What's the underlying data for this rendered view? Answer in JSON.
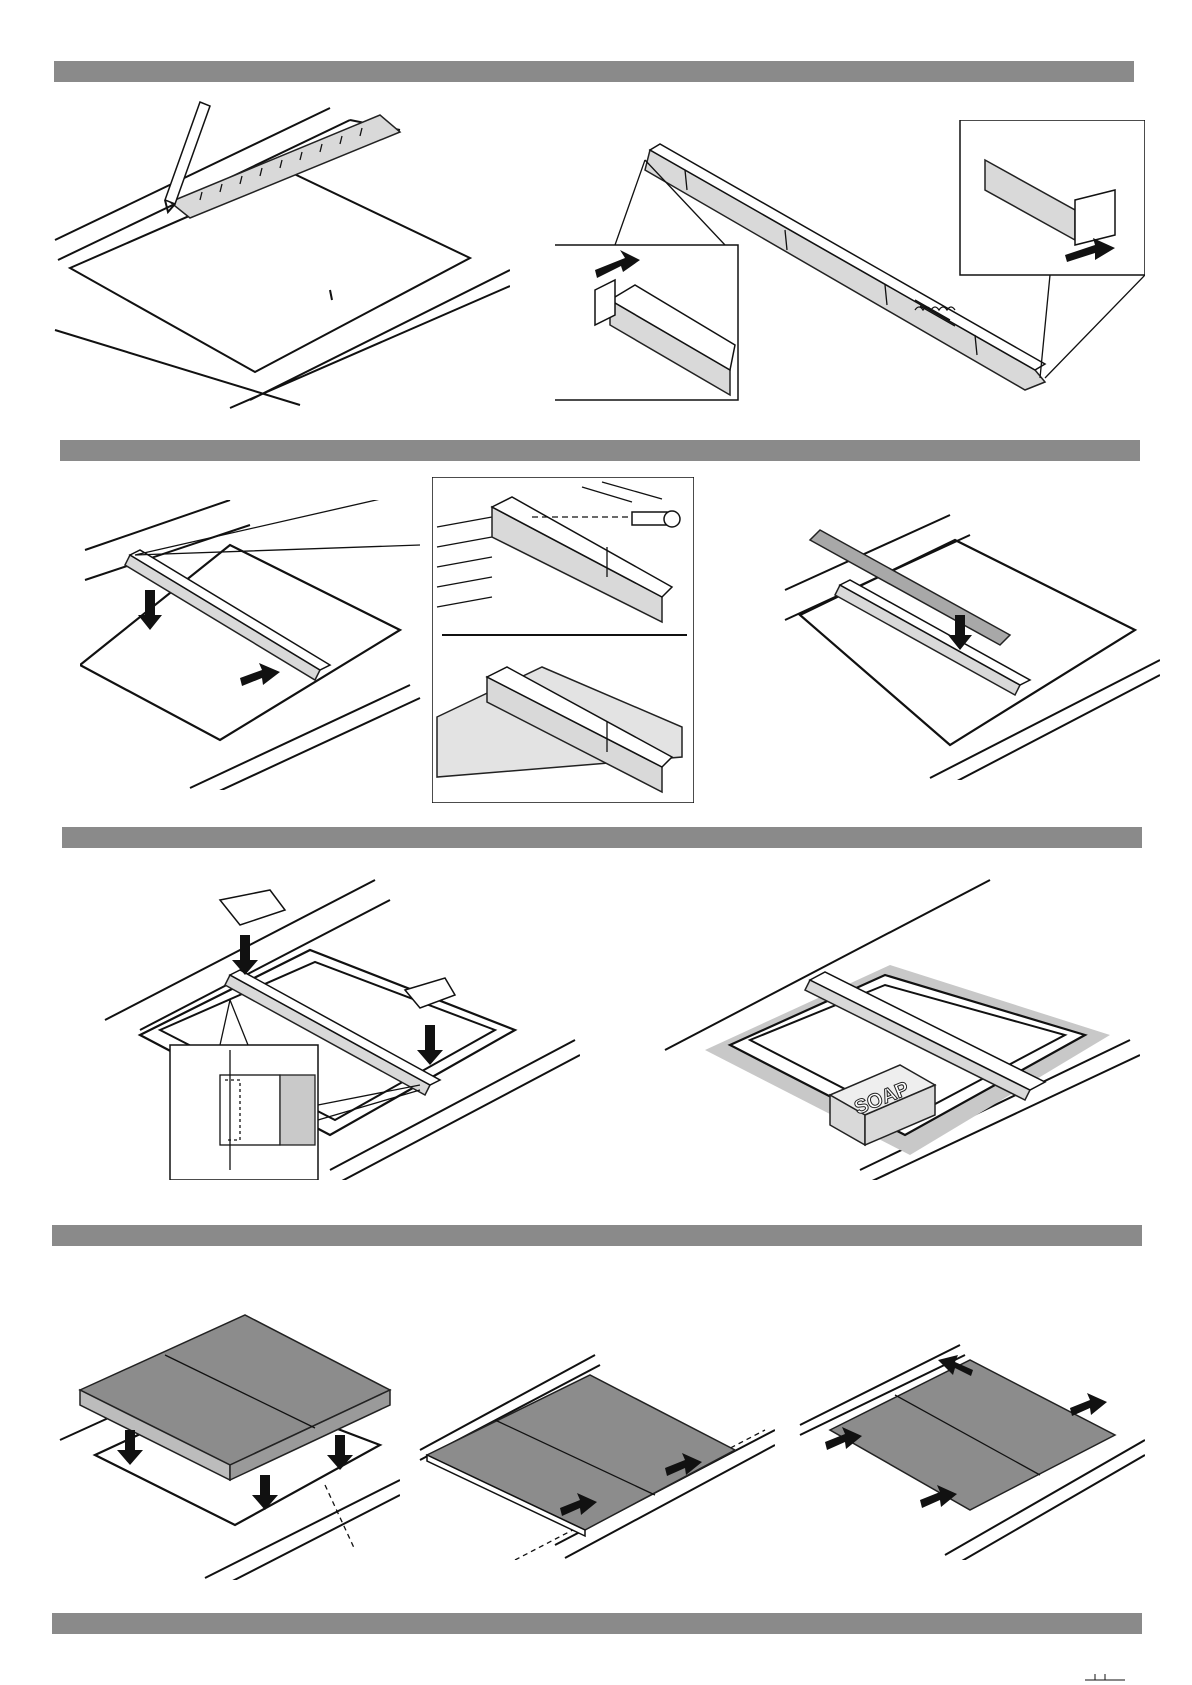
{
  "sections": [
    {
      "id": "section-1",
      "label": ""
    },
    {
      "id": "section-2",
      "label": ""
    },
    {
      "id": "section-3",
      "label": ""
    },
    {
      "id": "section-4",
      "label": ""
    },
    {
      "id": "section-5",
      "label": ""
    }
  ],
  "illustrations": {
    "soap_label": "SOAP"
  },
  "colors": {
    "band": "#8a8a8a",
    "hob": "#8c8c8c",
    "sealant": "#c8c8c8"
  }
}
